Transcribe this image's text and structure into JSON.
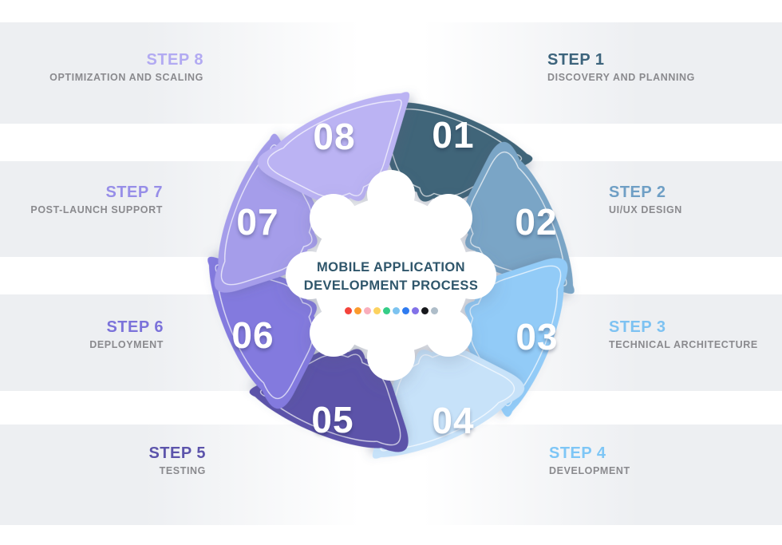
{
  "colors": {
    "band": "#edeff2",
    "subtitle": "#8a8a8e",
    "center_title": "#2f566b",
    "center_blob": "#ffffff",
    "number_text": "#ffffff"
  },
  "center": {
    "title_line1": "MOBILE APPLICATION",
    "title_line2": "DEVELOPMENT PROCESS",
    "dots": [
      "#f4433b",
      "#fb9b2c",
      "#f9aebc",
      "#fcd25f",
      "#35cd87",
      "#7cc3f0",
      "#2f7bf0",
      "#8271e8",
      "#17181c",
      "#aebdc9"
    ]
  },
  "steps": [
    {
      "number": "01",
      "label": "STEP 1",
      "subtitle": "DISCOVERY AND PLANNING",
      "petal_color": "#3f6579",
      "heading_color": "#3d647c"
    },
    {
      "number": "02",
      "label": "STEP 2",
      "subtitle": "UI/UX DESIGN",
      "petal_color": "#7aa5c6",
      "heading_color": "#6f9fc5"
    },
    {
      "number": "03",
      "label": "STEP 3",
      "subtitle": "TECHNICAL ARCHITECTURE",
      "petal_color": "#92cbf7",
      "heading_color": "#7dc2f2"
    },
    {
      "number": "04",
      "label": "STEP 4",
      "subtitle": "DEVELOPMENT",
      "petal_color": "#c7e2f9",
      "heading_color": "#7ec6f6"
    },
    {
      "number": "05",
      "label": "STEP 5",
      "subtitle": "TESTING",
      "petal_color": "#5b53a9",
      "heading_color": "#5c54ab"
    },
    {
      "number": "06",
      "label": "STEP 6",
      "subtitle": "DEPLOYMENT",
      "petal_color": "#837ade",
      "heading_color": "#7b72da"
    },
    {
      "number": "07",
      "label": "STEP 7",
      "subtitle": "POST-LAUNCH SUPPORT",
      "petal_color": "#a59dea",
      "heading_color": "#978ee8"
    },
    {
      "number": "08",
      "label": "STEP 8",
      "subtitle": "OPTIMIZATION AND SCALING",
      "petal_color": "#bbb3f3",
      "heading_color": "#b2aaf2"
    }
  ]
}
